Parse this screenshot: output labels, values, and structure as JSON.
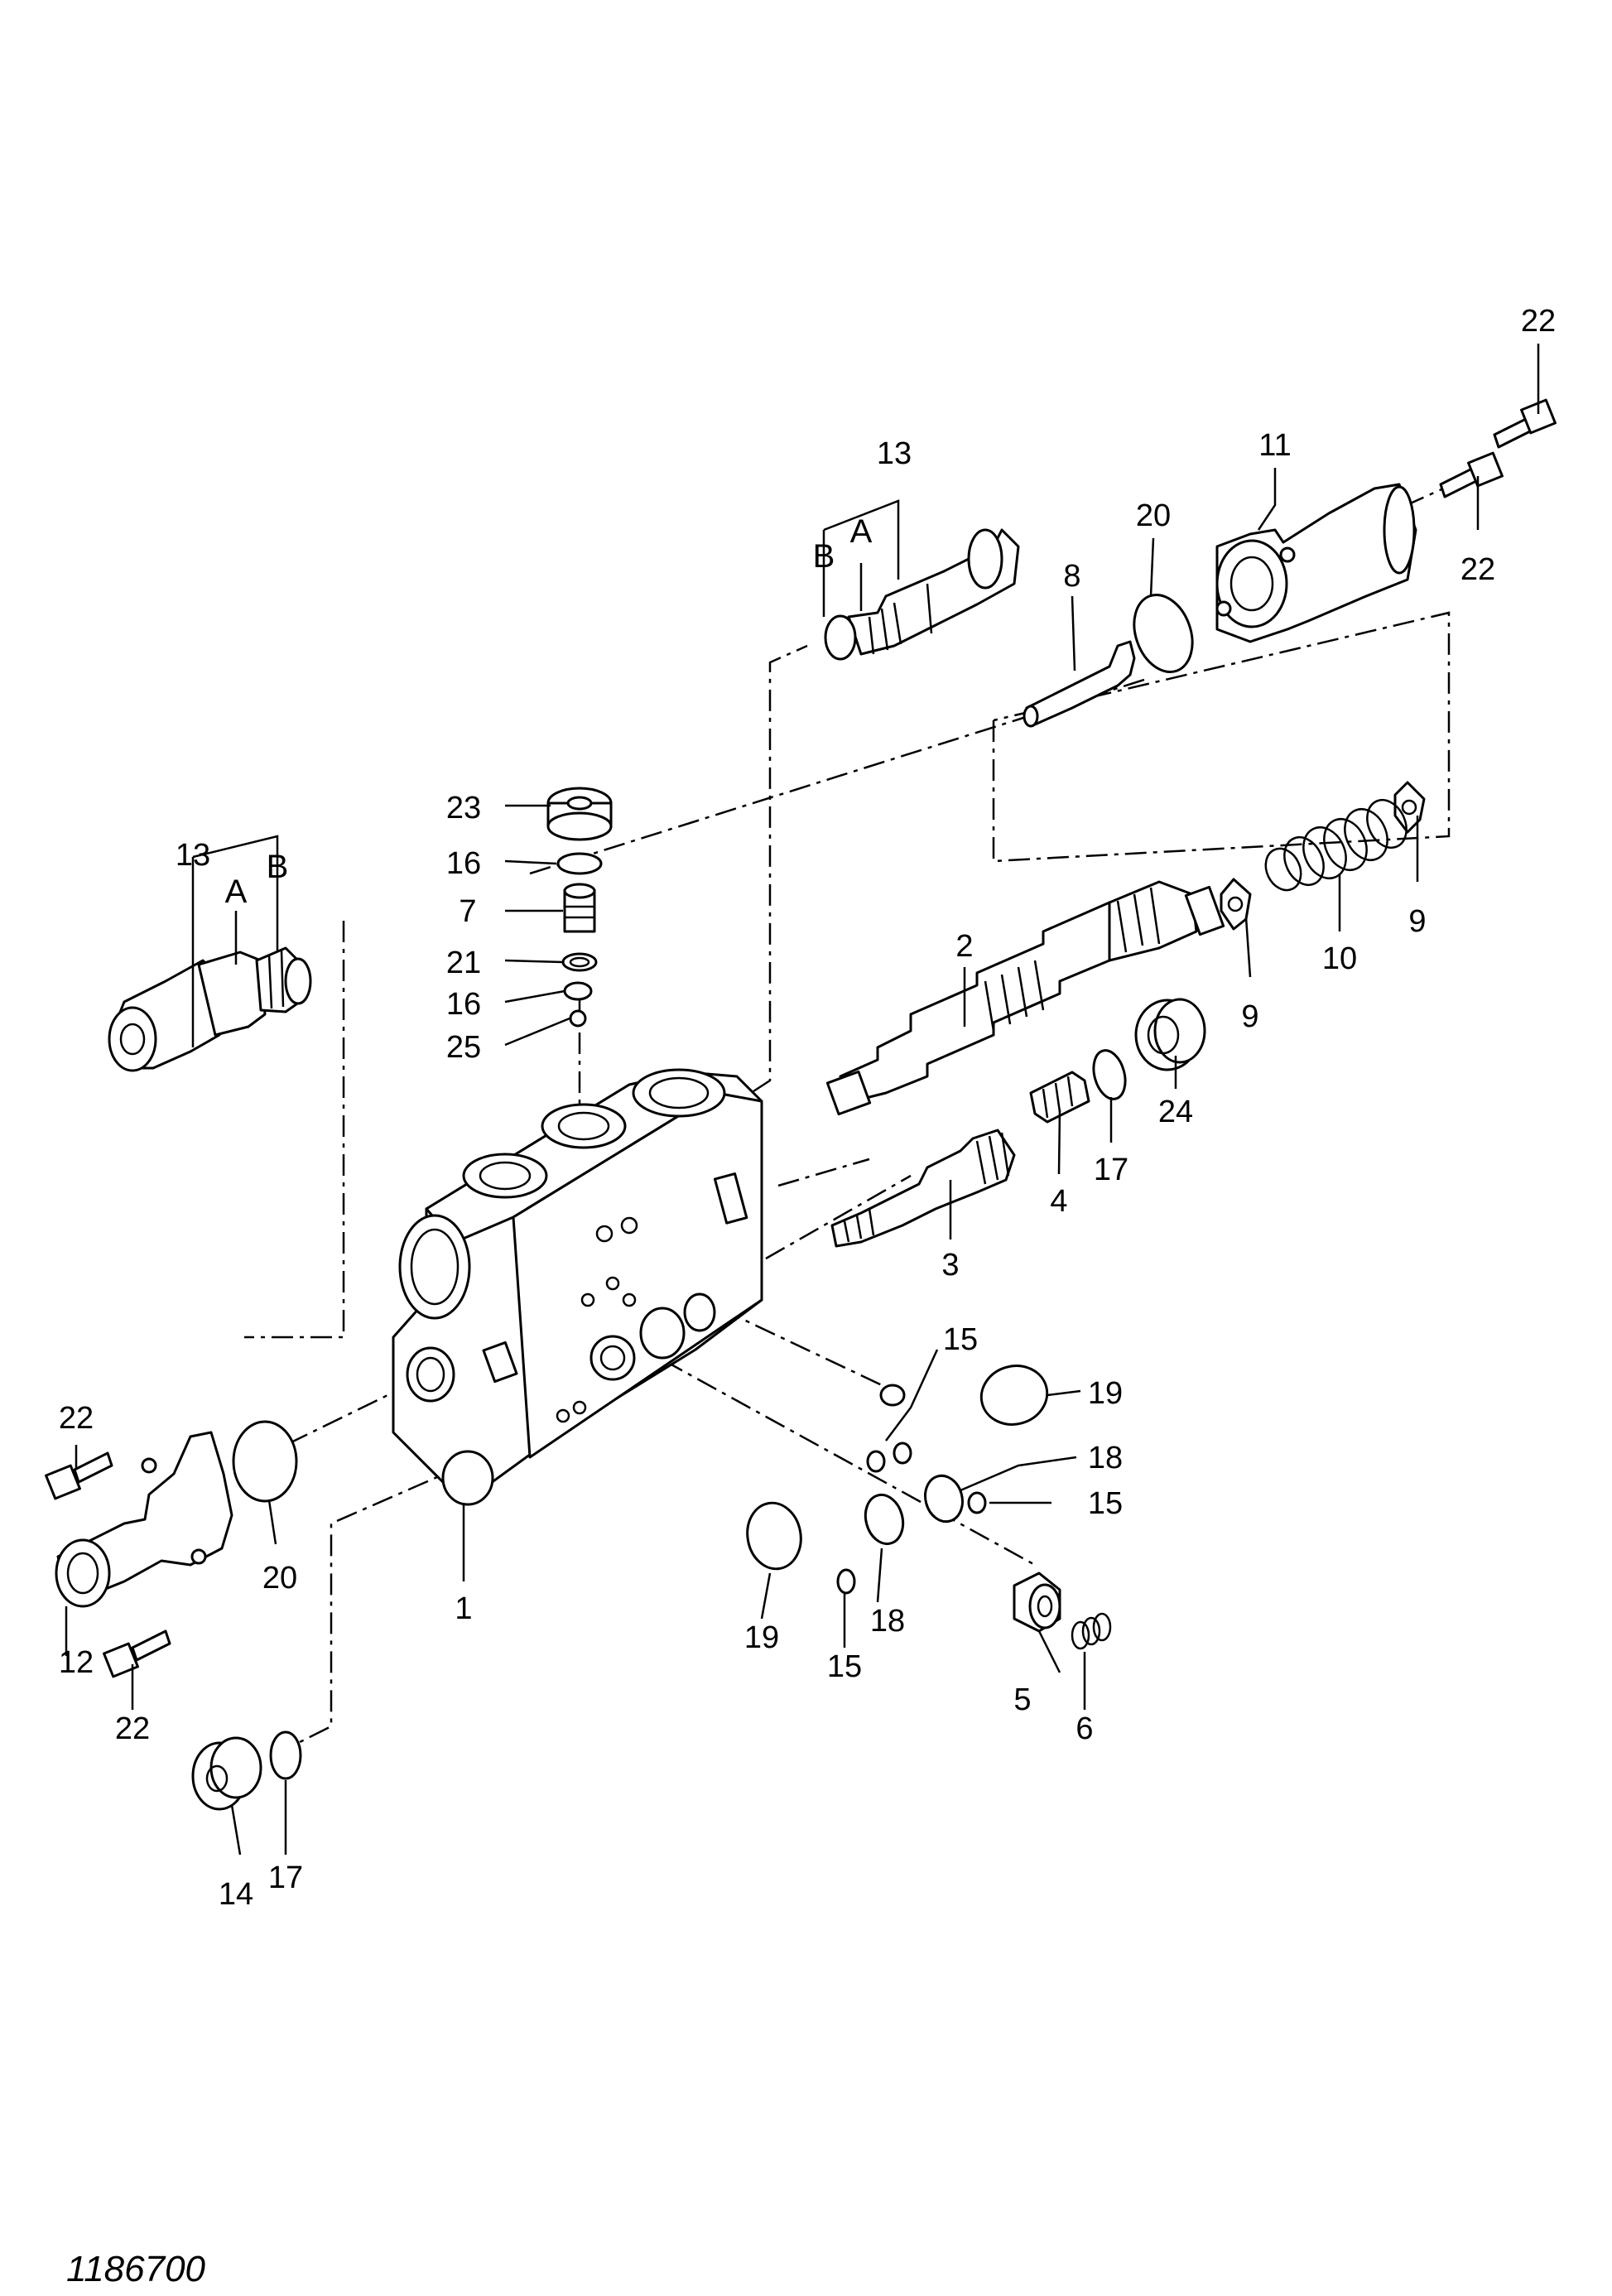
{
  "document_id": "1186700",
  "callouts": {
    "c1": "1",
    "c2": "2",
    "c3": "3",
    "c4": "4",
    "c5": "5",
    "c6": "6",
    "c7": "7",
    "c8": "8",
    "c9a": "9",
    "c9b": "9",
    "c10": "10",
    "c11": "11",
    "c12": "12",
    "c13a": "13",
    "c13b": "13",
    "c14": "14",
    "c15a": "15",
    "c15b": "15",
    "c15c": "15",
    "c16a": "16",
    "c16b": "16",
    "c17a": "17",
    "c17b": "17",
    "c18a": "18",
    "c18b": "18",
    "c19a": "19",
    "c19b": "19",
    "c20a": "20",
    "c20b": "20",
    "c21": "21",
    "c22a": "22",
    "c22b": "22",
    "c22c": "22",
    "c22d": "22",
    "c23": "23",
    "c24": "24",
    "c25": "25"
  },
  "port_letters": {
    "la1": "A",
    "lb1": "B",
    "la2": "A",
    "lb2": "B"
  }
}
